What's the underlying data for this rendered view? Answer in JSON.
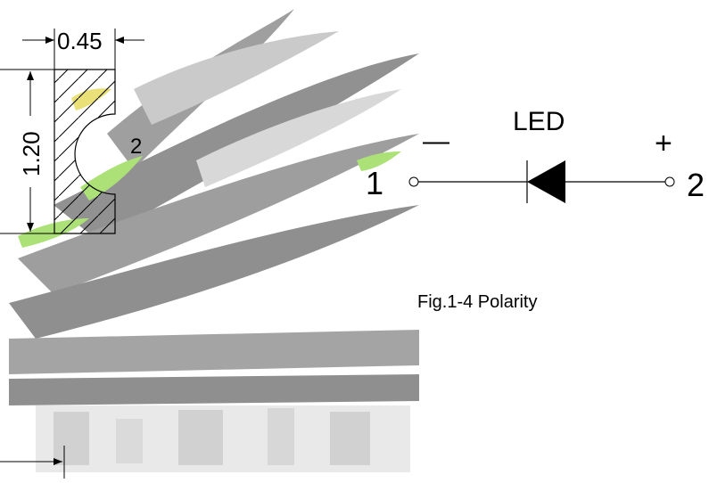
{
  "pad_drawing": {
    "width_dimension": "0.45",
    "height_dimension": "1.20",
    "pad_number": "2"
  },
  "schematic": {
    "component_label": "LED",
    "minus_sign": "—",
    "plus_sign": "+",
    "pin_left": "1",
    "pin_right": "2"
  },
  "caption": "Fig.1-4 Polarity",
  "colors": {
    "line": "#000000",
    "background_art_gray": "#8a8a8a",
    "background_art_green": "#a8e070"
  }
}
